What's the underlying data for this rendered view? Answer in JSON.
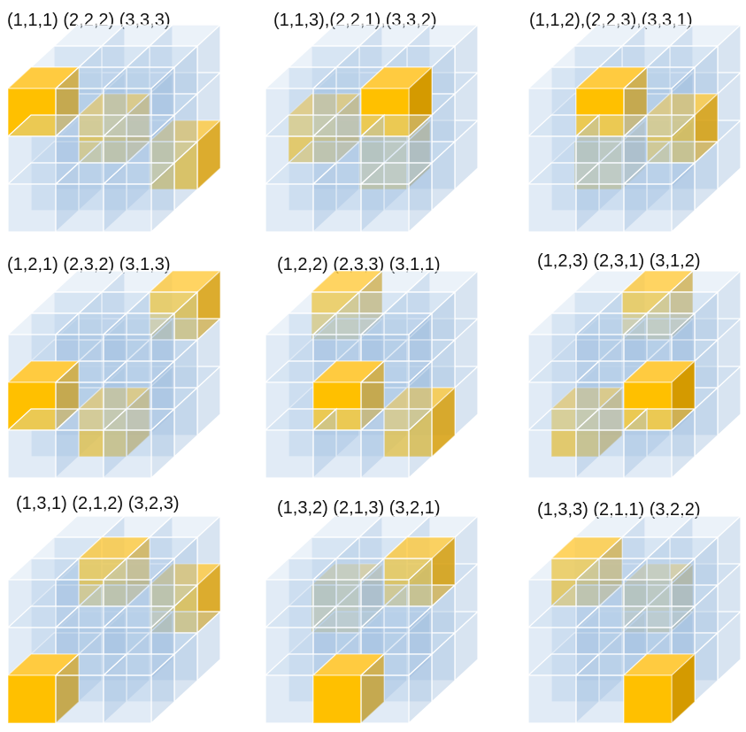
{
  "colors": {
    "background": "#ffffff",
    "glass_front": "#a9c6e4",
    "glass_top": "#c6dbef",
    "glass_side": "#8fb2d8",
    "grid_line": "#ffffff",
    "highlight_front": "#ffc000",
    "highlight_top": "#ffcb40",
    "highlight_side": "#d49a00",
    "text": "#111111"
  },
  "diagram": {
    "grid_size": 3,
    "panels": [
      {
        "label": "(1,1,1) (2,2,2) (3,3,3)",
        "cells": [
          [
            1,
            1,
            1
          ],
          [
            2,
            2,
            2
          ],
          [
            3,
            3,
            3
          ]
        ]
      },
      {
        "label": "(1,1,3),(2,2,1),(3,3,2)",
        "cells": [
          [
            1,
            1,
            3
          ],
          [
            2,
            2,
            1
          ],
          [
            3,
            3,
            2
          ]
        ]
      },
      {
        "label": "(1,1,2),(2,2,3),(3,3,1)",
        "cells": [
          [
            1,
            1,
            2
          ],
          [
            2,
            2,
            3
          ],
          [
            3,
            3,
            1
          ]
        ]
      },
      {
        "label": "(1,2,1) (2,3,2) (3,1,3)",
        "cells": [
          [
            1,
            2,
            1
          ],
          [
            2,
            3,
            2
          ],
          [
            3,
            1,
            3
          ]
        ]
      },
      {
        "label": "(1,2,2) (2,3,3) (3,1,1)",
        "cells": [
          [
            1,
            2,
            2
          ],
          [
            2,
            3,
            3
          ],
          [
            3,
            1,
            1
          ]
        ]
      },
      {
        "label": "(1,2,3) (2,3,1) (3,1,2)",
        "cells": [
          [
            1,
            2,
            3
          ],
          [
            2,
            3,
            1
          ],
          [
            3,
            1,
            2
          ]
        ]
      },
      {
        "label": "(1,3,1) (2,1,2) (3,2,3)",
        "cells": [
          [
            1,
            3,
            1
          ],
          [
            2,
            1,
            2
          ],
          [
            3,
            2,
            3
          ]
        ]
      },
      {
        "label": "(1,3,2) (2,1,3) (3,2,1)",
        "cells": [
          [
            1,
            3,
            2
          ],
          [
            2,
            1,
            3
          ],
          [
            3,
            2,
            1
          ]
        ]
      },
      {
        "label": "(1,3,3) (2,1,1) (3,2,2)",
        "cells": [
          [
            1,
            3,
            3
          ],
          [
            2,
            1,
            1
          ],
          [
            3,
            2,
            2
          ]
        ]
      }
    ]
  }
}
